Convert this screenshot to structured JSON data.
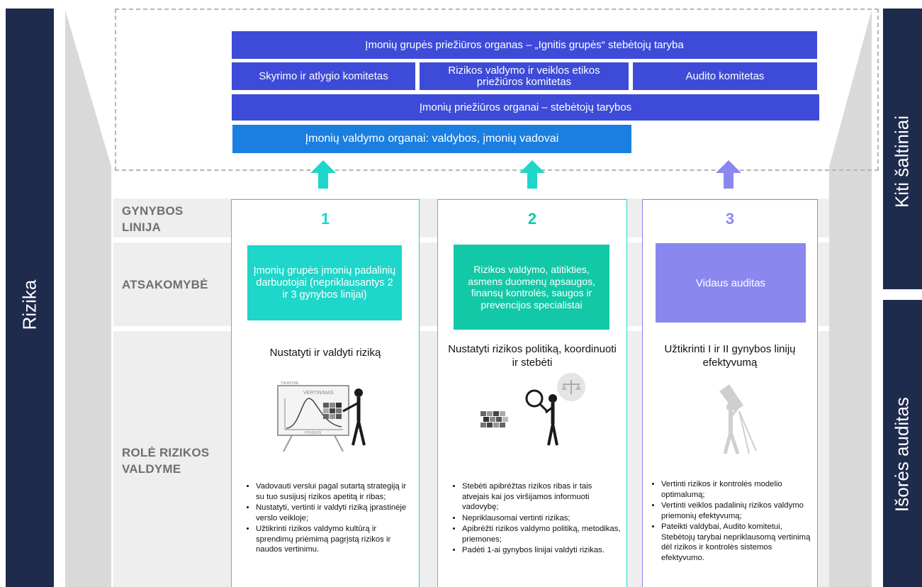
{
  "side": {
    "left_label": "Rizika",
    "right_top_label": "Kiti šaltiniai",
    "right_bottom_label": "Išorės auditas"
  },
  "governance": {
    "group_board": "Įmonių grupės priežiūros organas – „Ignitis grupės“ stebėtojų taryba",
    "committees": [
      "Skyrimo ir atlygio komitetas",
      "Rizikos valdymo ir veiklos etikos priežiūros komitetas",
      "Audito komitetas"
    ],
    "company_boards": "Įmonių priežiūros organai – stebėtojų tarybos",
    "management": "Įmonių valdymo organai: valdybos, įmonių vadovai"
  },
  "rows": {
    "defense_line": "GYNYBOS LINIJA",
    "responsibility": "ATSAKOMYBĖ",
    "role": "ROLĖ RIZIKOS VALDYME"
  },
  "columns": [
    {
      "number": "1",
      "responsibility": "Įmonių grupės įmonių padalinių darbuotojai (nepriklausantys 2 ir 3 gynybos linijai)",
      "role": "Nustatyti ir valdyti riziką",
      "illustration_labels": [
        "TIKIMYBĖ",
        "VERTINIMAS",
        "POVEIKIS"
      ],
      "bullets": [
        "Vadovauti verslui pagal sutartą strategiją ir su tuo susijusį rizikos apetitą ir ribas;",
        "Nustatyti, vertinti ir valdyti riziką įprastinėje verslo veikloje;",
        "Užtikrinti rizikos valdymo kultūrą ir sprendimų priėmimą pagrįstą rizikos ir naudos vertinimu."
      ]
    },
    {
      "number": "2",
      "responsibility": "Rizikos valdymo, atitikties, asmens duomenų apsaugos, finansų kontrolės, saugos ir prevencijos specialistai",
      "role": "Nustatyti rizikos politiką, koordinuoti ir stebėti",
      "bullets": [
        "Stebėti apibrėžtas rizikos ribas ir tais atvejais kai jos viršijamos informuoti vadovybę;",
        "Nepriklausomai vertinti rizikas;",
        "Apibrėžti rizikos valdymo politiką, metodikas, priemones;",
        "Padėti 1-ai gynybos linijai valdyti rizikas."
      ]
    },
    {
      "number": "3",
      "responsibility": "Vidaus auditas",
      "role": "Užtikrinti I ir II gynybos linijų efektyvumą",
      "bullets": [
        "Vertinti rizikos ir kontrolės modelio optimalumą;",
        "Vertinti veiklos padalinių rizikos valdymo priemonių efektyvumą;",
        "Pateikti valdybai, Audito komitetui, Stebėtojų tarybai nepriklausomą vertinimą dėl rizikos ir kontrolės sistemos efektyvumo."
      ]
    }
  ],
  "colors": {
    "navy": "#1f2b4d",
    "blue": "#3d4bd8",
    "sky": "#1a7fe0",
    "teal": "#1ed6c9",
    "teal_dark": "#13c8a6",
    "purple": "#8a88ee"
  }
}
